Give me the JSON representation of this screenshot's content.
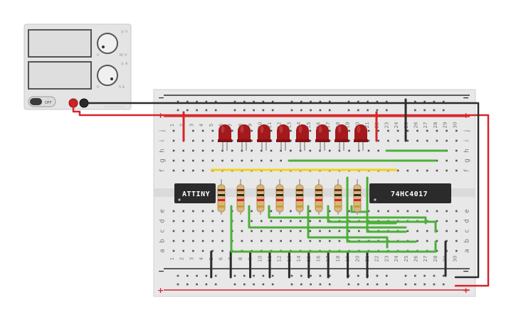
{
  "power_supply": {
    "switch_label": "OFF",
    "voltage_knob_min": "0",
    "voltage_knob_max": "30 V",
    "current_knob_min": "0",
    "current_knob_max": "5 A",
    "voltage_knob_tag": "◎ V",
    "current_knob_tag": "◎ A",
    "model_text": "",
    "colors": {
      "body": "#e2e2e2",
      "display": "#dcdcdc",
      "terminal_pos": "#cc2222",
      "terminal_neg": "#222222"
    }
  },
  "breadboard": {
    "columns": [
      "1",
      "2",
      "3",
      "4",
      "5",
      "6",
      "7",
      "8",
      "9",
      "10",
      "11",
      "12",
      "13",
      "14",
      "15",
      "16",
      "17",
      "18",
      "19",
      "20",
      "21",
      "22",
      "23",
      "24",
      "25",
      "26",
      "27",
      "28",
      "29",
      "30"
    ],
    "top_row_letters": [
      "j",
      "i",
      "h",
      "g",
      "f"
    ],
    "bottom_row_letters": [
      "e",
      "d",
      "c",
      "b",
      "a"
    ],
    "rail_plus": "+",
    "rail_minus": "−"
  },
  "chips": {
    "left": "ATTINY",
    "right": "74HC4017"
  },
  "leds": {
    "count": 8,
    "color": "#a3191c"
  },
  "resistors": {
    "count": 8
  },
  "wire_colors": {
    "power": "#d6242b",
    "ground": "#2b2b2b",
    "signal": "#4caf3a",
    "bus": "#f2d21b"
  }
}
